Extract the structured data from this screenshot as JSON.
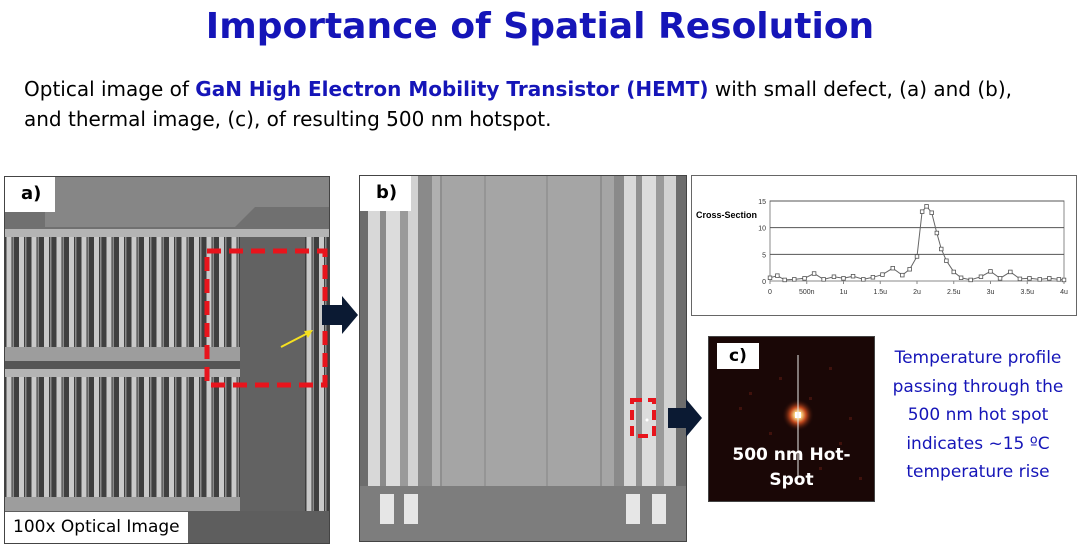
{
  "title": "Importance of Spatial Resolution",
  "subtitle": {
    "pre": "Optical image of ",
    "highlight": "GaN High Electron Mobility Transistor (HEMT)",
    "post": " with small defect, (a) and (b), and thermal image, (c), of resulting 500 nm hotspot."
  },
  "panel_a": {
    "label": "a)",
    "caption": "100x Optical Image"
  },
  "panel_b": {
    "label": "b)"
  },
  "panel_c": {
    "label": "c)",
    "hotspot_line1": "500 nm Hot-",
    "hotspot_line2": "Spot"
  },
  "side_text": [
    "Temperature profile",
    "passing through the",
    "500 nm hot spot",
    "indicates ~15 ºC",
    "temperature rise"
  ],
  "colors": {
    "title": "#1515b8",
    "highlight": "#1515b8",
    "dashed_box": "#e8141c",
    "arrow": "#0b1a33",
    "defect_arrow": "#f5e020"
  },
  "icons": {
    "panel_arrow": "right-arrow-icon",
    "defect_pointer": "yellow-arrow-icon"
  },
  "chart_data": {
    "type": "line",
    "title": "Cross-Section",
    "xlabel": "",
    "ylabel": "",
    "xlim": [
      0,
      4
    ],
    "ylim": [
      0,
      15
    ],
    "yticks": [
      0,
      5,
      10,
      15
    ],
    "xtick_labels": [
      "0",
      "500n",
      "1u",
      "1.5u",
      "2u",
      "2.5u",
      "3u",
      "3.5u",
      "4u"
    ],
    "grid": "horizontal",
    "series": [
      {
        "name": "",
        "x": [
          0,
          0.1,
          0.2,
          0.33,
          0.47,
          0.6,
          0.73,
          0.87,
          1.0,
          1.13,
          1.27,
          1.4,
          1.53,
          1.67,
          1.8,
          1.9,
          2.0,
          2.07,
          2.13,
          2.2,
          2.27,
          2.33,
          2.4,
          2.5,
          2.6,
          2.73,
          2.87,
          3.0,
          3.13,
          3.27,
          3.4,
          3.53,
          3.67,
          3.8,
          3.93,
          4.0
        ],
        "y": [
          0.6,
          1.0,
          0.2,
          0.3,
          0.5,
          1.4,
          0.3,
          0.8,
          0.5,
          0.9,
          0.3,
          0.7,
          1.2,
          2.4,
          1.1,
          2.2,
          4.6,
          13.0,
          14.0,
          12.8,
          9.0,
          6.0,
          3.8,
          1.7,
          0.6,
          0.2,
          0.8,
          1.8,
          0.5,
          1.7,
          0.4,
          0.5,
          0.3,
          0.5,
          0.3,
          0.2
        ]
      }
    ]
  }
}
